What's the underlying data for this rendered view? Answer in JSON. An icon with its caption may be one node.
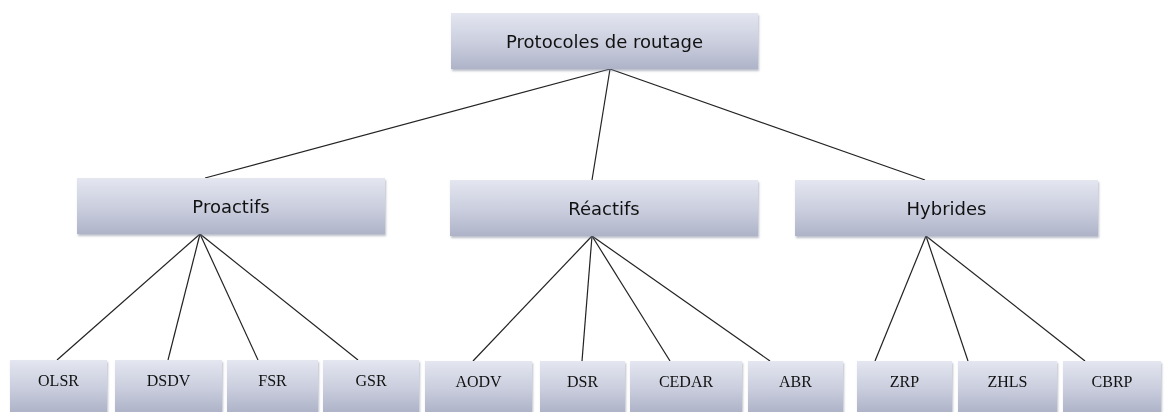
{
  "diagram": {
    "nodes": [
      {
        "text": [
          "Protocoles de routage"
        ]
      },
      {
        "text": [
          "Proactifs"
        ]
      },
      {
        "text": [
          "Réactifs"
        ]
      },
      {
        "text": [
          "Hybrides"
        ]
      },
      {
        "text": [
          "OLSR"
        ]
      },
      {
        "text": [
          "DSDV"
        ]
      },
      {
        "text": [
          "FSR"
        ]
      },
      {
        "text": [
          "GSR"
        ]
      },
      {
        "text": [
          "AODV"
        ]
      },
      {
        "text": [
          "DSR"
        ]
      },
      {
        "text": [
          "CEDAR"
        ]
      },
      {
        "text": [
          "ABR"
        ]
      },
      {
        "text": [
          "ZRP"
        ]
      },
      {
        "text": [
          "ZHLS"
        ]
      },
      {
        "text": [
          "CBRP"
        ]
      }
    ],
    "edges": [
      {
        "from": 0,
        "to": 1,
        "arrow": "none"
      },
      {
        "from": 0,
        "to": 2,
        "arrow": "none"
      },
      {
        "from": 0,
        "to": 3,
        "arrow": "none"
      },
      {
        "from": 1,
        "to": 4,
        "arrow": "none"
      },
      {
        "from": 1,
        "to": 5,
        "arrow": "none"
      },
      {
        "from": 1,
        "to": 6,
        "arrow": "none"
      },
      {
        "from": 1,
        "to": 7,
        "arrow": "none"
      },
      {
        "from": 2,
        "to": 8,
        "arrow": "none"
      },
      {
        "from": 2,
        "to": 9,
        "arrow": "none"
      },
      {
        "from": 2,
        "to": 10,
        "arrow": "none"
      },
      {
        "from": 2,
        "to": 11,
        "arrow": "none"
      },
      {
        "from": 3,
        "to": 12,
        "arrow": "none"
      },
      {
        "from": 3,
        "to": 13,
        "arrow": "none"
      },
      {
        "from": 3,
        "to": 14,
        "arrow": "none"
      }
    ]
  }
}
